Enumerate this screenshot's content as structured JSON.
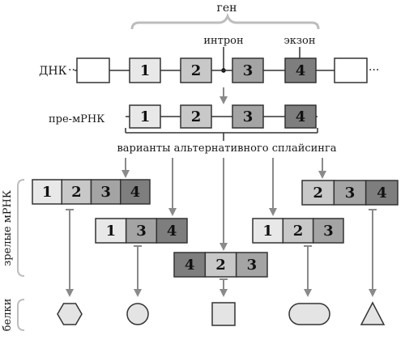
{
  "labels": {
    "gene": "ген",
    "intron": "интрон",
    "exon": "экзон",
    "dna": "ДНК",
    "dna_dots_left": "···",
    "dna_dots_right": "···",
    "pre_mrna": "пре-мРНК",
    "splicing": "варианты альтернативного сплайсинга",
    "mature_mrna": "зрелые мРНК",
    "proteins": "белки"
  },
  "dna_exons": [
    "1",
    "2",
    "3",
    "4"
  ],
  "pre_mrna_exons": [
    "1",
    "2",
    "3",
    "4"
  ],
  "mature_mrnas": [
    {
      "exons": [
        "1",
        "2",
        "3",
        "4"
      ]
    },
    {
      "exons": [
        "1",
        "3",
        "4"
      ]
    },
    {
      "exons": [
        "4",
        "2",
        "3"
      ]
    },
    {
      "exons": [
        "1",
        "2",
        "3"
      ]
    },
    {
      "exons": [
        "2",
        "3",
        "4"
      ]
    }
  ],
  "proteins": [
    "hexagon",
    "circle",
    "square",
    "rounded-rectangle",
    "triangle"
  ],
  "colors": {
    "exon1": "#e8e8e8",
    "exon2": "#c8c8c8",
    "exon3": "#a4a4a4",
    "exon4": "#7e7e7e",
    "arrow": "#8a8a8a",
    "brace": "#bdbdbd",
    "protein_fill": "#e4e4e4",
    "line": "#333333"
  }
}
